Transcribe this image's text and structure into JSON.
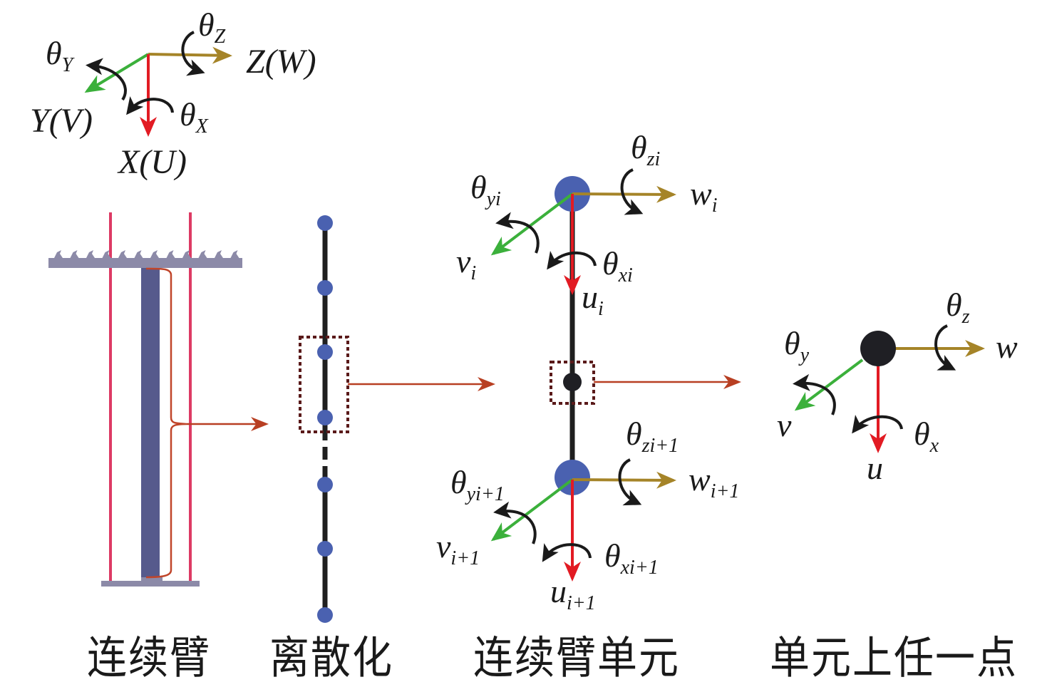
{
  "colors": {
    "x_axis": "#e21b23",
    "y_axis": "#3bb03b",
    "z_axis": "#a58428",
    "rotation_arrow": "#1a1a1a",
    "flow_arrow": "#b83f22",
    "node_blue": "#4a61b0",
    "node_black": "#1f1f24",
    "rod": "#1f1f1f",
    "beam": "#565a8c",
    "support": "#8c8aa8",
    "guide_rail": "#dd3a64",
    "dashed_box": "#5a1a1a"
  },
  "global_frame": {
    "x_label": "X(U)",
    "y_label": "Y(V)",
    "z_label": "Z(W)",
    "theta_x": {
      "base": "θ",
      "sub": "X"
    },
    "theta_y": {
      "base": "θ",
      "sub": "Y"
    },
    "theta_z": {
      "base": "θ",
      "sub": "Z"
    }
  },
  "node_i": {
    "u": {
      "base": "u",
      "sub": "i"
    },
    "v": {
      "base": "v",
      "sub": "i"
    },
    "w": {
      "base": "w",
      "sub": "i"
    },
    "theta_x": {
      "base": "θ",
      "sub": "xi"
    },
    "theta_y": {
      "base": "θ",
      "sub": "yi"
    },
    "theta_z": {
      "base": "θ",
      "sub": "zi"
    }
  },
  "node_i1": {
    "u": {
      "base": "u",
      "sub": "i+1"
    },
    "v": {
      "base": "v",
      "sub": "i+1"
    },
    "w": {
      "base": "w",
      "sub": "i+1"
    },
    "theta_x": {
      "base": "θ",
      "sub": "xi+1"
    },
    "theta_y": {
      "base": "θ",
      "sub": "yi+1"
    },
    "theta_z": {
      "base": "θ",
      "sub": "zi+1"
    }
  },
  "point": {
    "u": {
      "base": "u"
    },
    "v": {
      "base": "v"
    },
    "w": {
      "base": "w"
    },
    "theta_x": {
      "base": "θ",
      "sub": "x"
    },
    "theta_y": {
      "base": "θ",
      "sub": "y"
    },
    "theta_z": {
      "base": "θ",
      "sub": "z"
    }
  },
  "discretized": {
    "node_count": 7
  },
  "captions": {
    "continuum_arm": "连续臂",
    "discretization": "离散化",
    "arm_element": "连续臂单元",
    "any_point": "单元上任一点"
  }
}
